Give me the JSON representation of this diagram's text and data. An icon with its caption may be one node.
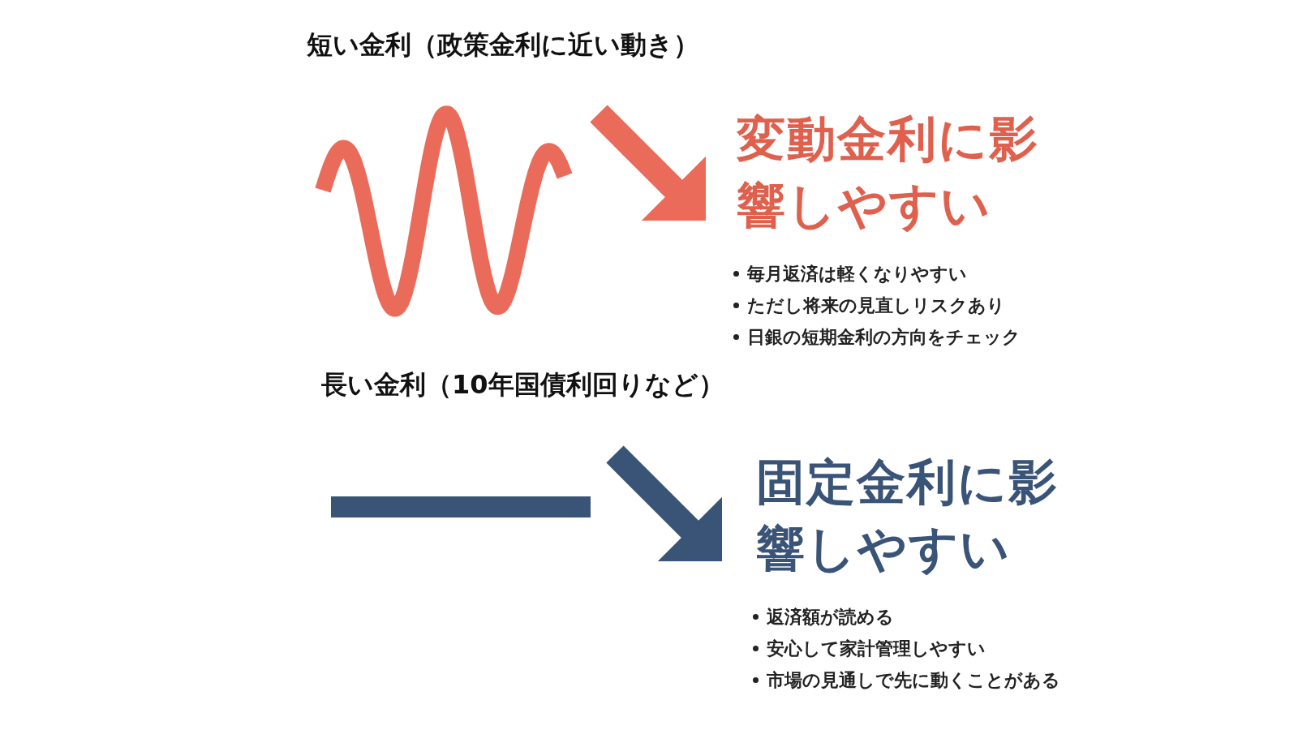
{
  "diagram": {
    "nodes": [
      {
        "text": [],
        "shape": "picture"
      },
      {
        "text": [
          "変動金利に影響しやすい"
        ],
        "beside": [
          "毎月返済は軽くなりやすい",
          "ただし将来の見直しリスクあり",
          "日銀の短期金利の方向をチェック"
        ]
      },
      {
        "text": [],
        "shape": "bar"
      },
      {
        "text": [
          "固定金利に影響しやすい"
        ],
        "beside": [
          "返済額が読める",
          "安心して家計管理しやすい",
          "市場の見通しで先に動くことがある"
        ]
      }
    ],
    "edges": [
      {
        "from": null,
        "to": 1,
        "arrow": "to",
        "color": "#ea6b5a"
      },
      {
        "from": null,
        "to": 3,
        "arrow": "to",
        "color": "#3a5478"
      }
    ],
    "labels": [
      "短い金利（政策金利に近い動き）",
      "長い金利（10年国債利回りなど）"
    ]
  }
}
